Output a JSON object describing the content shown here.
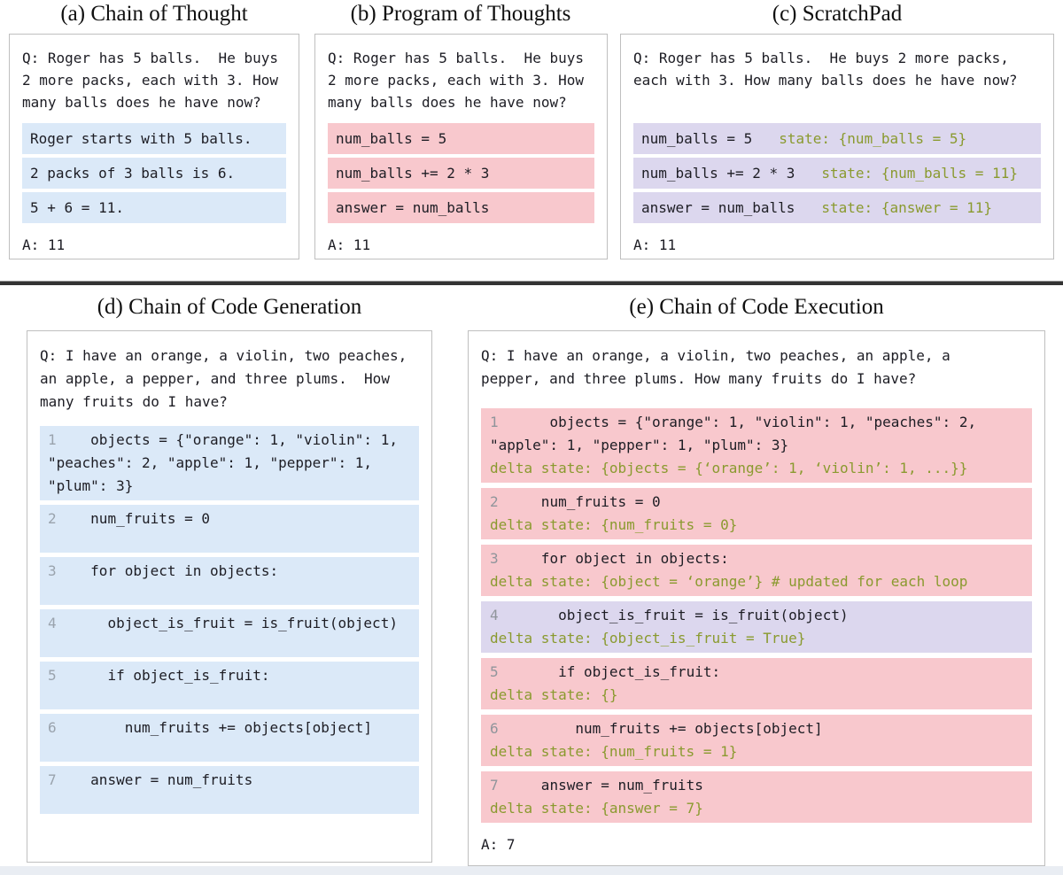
{
  "colors": {
    "reasoning_blue": "#dbe9f8",
    "code_pink": "#f8c8cd",
    "state_purple": "#dcd7ee",
    "state_text_green": "#8a9a2f"
  },
  "panels": {
    "a": {
      "title": "(a) Chain of Thought",
      "question": "Q: Roger has 5 balls.  He buys\n2 more packs, each with 3. How\nmany balls does he have now?",
      "steps": [
        "Roger starts with 5 balls.",
        "2 packs of 3 balls is 6.",
        "5 + 6 = 11."
      ],
      "answer": "A: 11"
    },
    "b": {
      "title": "(b) Program of Thoughts",
      "question": "Q: Roger has 5 balls.  He buys\n2 more packs, each with 3. How\nmany balls does he have now?",
      "steps": [
        "num_balls = 5",
        "num_balls += 2 * 3",
        "answer = num_balls"
      ],
      "answer": "A: 11"
    },
    "c": {
      "title": "(c) ScratchPad",
      "question": "Q: Roger has 5 balls.  He buys 2 more packs,\neach with 3. How many balls does he have now?",
      "rows": [
        {
          "code": "num_balls = 5",
          "state": "state: {num_balls = 5}"
        },
        {
          "code": "num_balls += 2 * 3",
          "state": "state: {num_balls = 11}"
        },
        {
          "code": "answer = num_balls",
          "state": "state: {answer = 11}"
        }
      ],
      "answer": "A: 11"
    },
    "d": {
      "title": "(d) Chain of Code Generation",
      "question": "Q: I have an orange, a violin, two peaches,\nan apple, a pepper, and three plums.  How\nmany fruits do I have?",
      "rows": [
        {
          "num": "1",
          "code": "    objects = {\"orange\": 1, \"violin\": 1, \"peaches\": 2, \"apple\": 1, \"pepper\": 1, \"plum\": 3}"
        },
        {
          "num": "2",
          "code": "    num_fruits = 0"
        },
        {
          "num": "3",
          "code": "    for object in objects:"
        },
        {
          "num": "4",
          "code": "      object_is_fruit = is_fruit(object)"
        },
        {
          "num": "5",
          "code": "      if object_is_fruit:"
        },
        {
          "num": "6",
          "code": "        num_fruits += objects[object]"
        },
        {
          "num": "7",
          "code": "    answer = num_fruits"
        }
      ]
    },
    "e": {
      "title": "(e) Chain of Code Execution",
      "question": "Q: I have an orange, a violin, two peaches, an apple, a\npepper, and three plums. How many fruits do I have?",
      "rows": [
        {
          "num": "1",
          "highlight": "pink",
          "code": "      objects = {\"orange\": 1, \"violin\": 1, \"peaches\": 2, \"apple\": 1, \"pepper\": 1, \"plum\": 3}",
          "state": "delta state: {objects = {‘orange’: 1, ‘violin’: 1, ...}}"
        },
        {
          "num": "2",
          "highlight": "pink",
          "code": "     num_fruits = 0",
          "state": "delta state: {num_fruits = 0}"
        },
        {
          "num": "3",
          "highlight": "pink",
          "code": "     for object in objects:",
          "state": "delta state: {object = ‘orange’} # updated for each loop"
        },
        {
          "num": "4",
          "highlight": "purple",
          "code": "       object_is_fruit = is_fruit(object)",
          "state": "delta state: {object_is_fruit = True}"
        },
        {
          "num": "5",
          "highlight": "pink",
          "code": "       if object_is_fruit:",
          "state": "delta state: {}"
        },
        {
          "num": "6",
          "highlight": "pink",
          "code": "         num_fruits += objects[object]",
          "state": "delta state: {num_fruits = 1}"
        },
        {
          "num": "7",
          "highlight": "pink",
          "code": "     answer = num_fruits",
          "state": "delta state: {answer = 7}"
        }
      ],
      "answer": "A: 7"
    }
  }
}
